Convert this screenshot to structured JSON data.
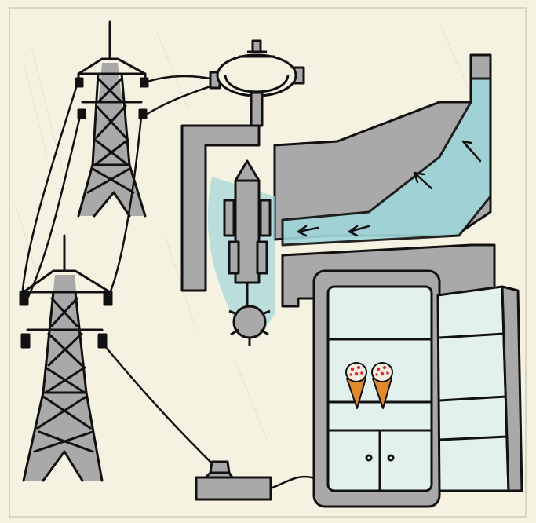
{
  "scene": {
    "paper_color": "#f6f2e2",
    "ink_color": "#111111",
    "grey_color": "#a9a9a9",
    "water_color": "#9fd6da",
    "cone_color": "#e08a2a",
    "scoop_color": "#f7eadf",
    "sprinkle_color": "#d22a2a"
  },
  "elements": [
    {
      "name": "transmission-tower-upper"
    },
    {
      "name": "transmission-tower-lower"
    },
    {
      "name": "power-lines"
    },
    {
      "name": "generator"
    },
    {
      "name": "dam"
    },
    {
      "name": "water-channel"
    },
    {
      "name": "turbine"
    },
    {
      "name": "power-socket"
    },
    {
      "name": "refrigerator"
    },
    {
      "name": "ice-cream-cone"
    }
  ]
}
